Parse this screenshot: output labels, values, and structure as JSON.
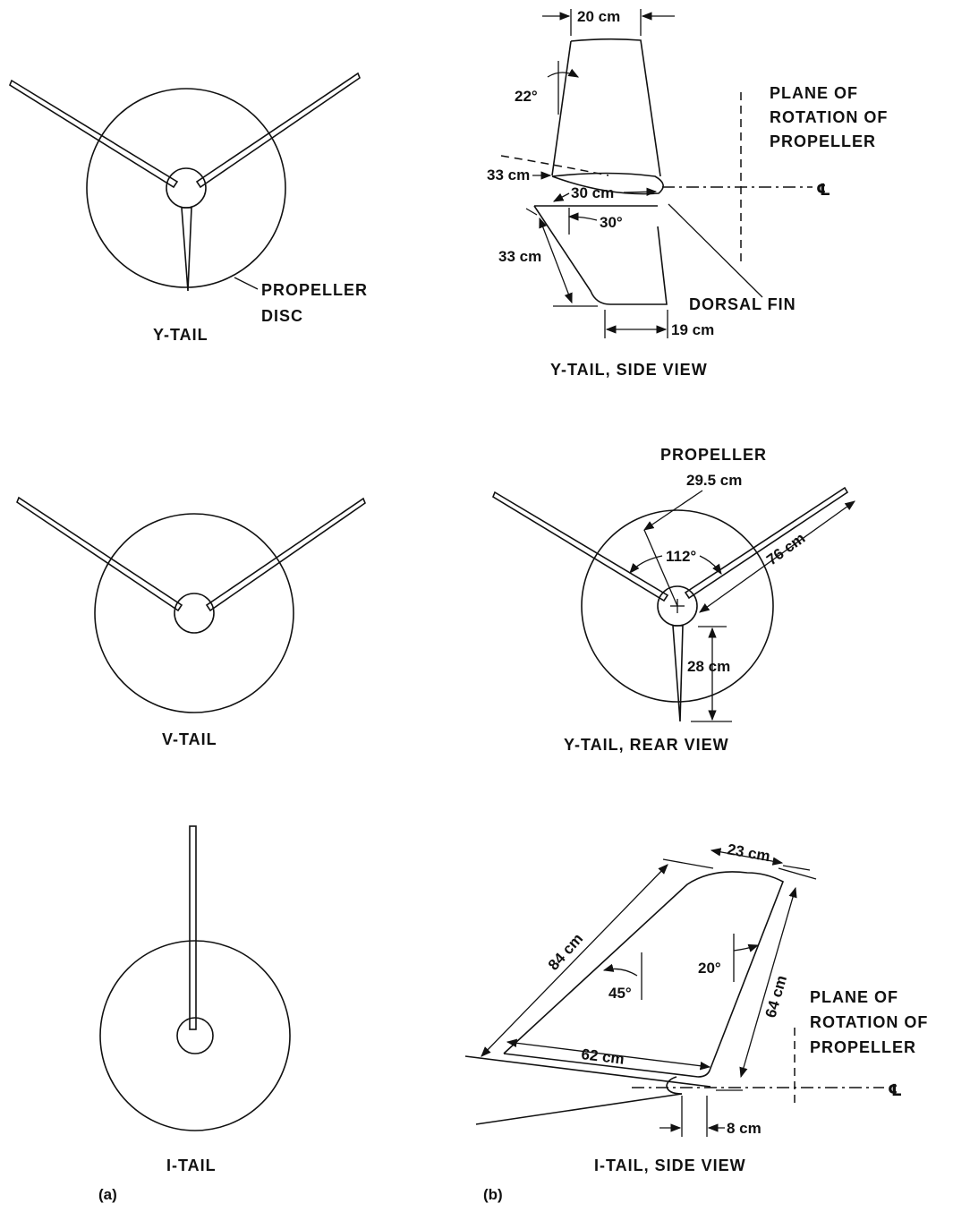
{
  "panel_a": {
    "panel_label": "(a)",
    "y_tail": {
      "caption": "Y-TAIL",
      "disc_label_line1": "PROPELLER",
      "disc_label_line2": "DISC"
    },
    "v_tail": {
      "caption": "V-TAIL"
    },
    "i_tail": {
      "caption": "I-TAIL"
    }
  },
  "panel_b": {
    "panel_label": "(b)",
    "y_side": {
      "caption": "Y-TAIL, SIDE VIEW",
      "tip_chord": "20 cm",
      "sweep_angle": "22°",
      "root_chord": "33 cm",
      "inner_chord": "30 cm",
      "lower_angle": "30°",
      "lower_span": "33 cm",
      "lower_chord": "19 cm",
      "dorsal_fin": "DORSAL FIN",
      "plane_line1": "PLANE OF",
      "plane_line2": "ROTATION OF",
      "plane_line3": "PROPELLER",
      "centerline": "℄"
    },
    "y_rear": {
      "caption": "Y-TAIL, REAR VIEW",
      "propeller_line1": "PROPELLER",
      "propeller_radius": "29.5 cm",
      "angle": "112°",
      "span": "76 cm",
      "lower_length": "28 cm"
    },
    "i_side": {
      "caption": "I-TAIL, SIDE VIEW",
      "tip_chord": "23 cm",
      "leading_edge": "84 cm",
      "sweep_angle": "45°",
      "te_angle": "20°",
      "height": "64 cm",
      "root_chord": "62 cm",
      "offset": "8 cm",
      "plane_line1": "PLANE OF",
      "plane_line2": "ROTATION OF",
      "plane_line3": "PROPELLER",
      "centerline": "℄"
    }
  }
}
